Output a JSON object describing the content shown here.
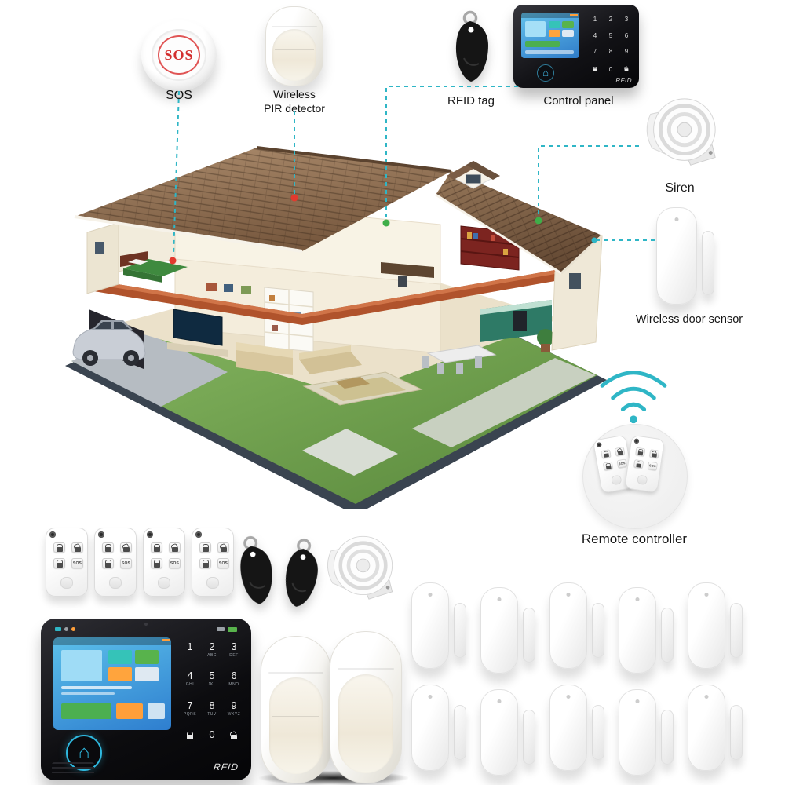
{
  "product": "Wireless home security alarm system kit",
  "colors": {
    "accent_teal": "#2fb6c6",
    "dot_red": "#e23a2e",
    "dot_green": "#3fae49",
    "sos_red": "#d32f2f",
    "panel_black": "#0c0c0f",
    "screen_blue": "#2f7ecf",
    "lawn_green": "#6f9e4d",
    "roof_brown": "#7b5d46"
  },
  "callouts": {
    "sos": {
      "label": "SOS",
      "button_text": "SOS"
    },
    "pir": {
      "label_line1": "Wireless",
      "label_line2": "PIR detector"
    },
    "rfid_tag": {
      "label": "RFID tag"
    },
    "control_panel": {
      "label": "Control panel",
      "rfid_text": "RFID"
    },
    "siren": {
      "label": "Siren"
    },
    "door_sensor": {
      "label": "Wireless door sensor"
    },
    "remote": {
      "label": "Remote controller"
    }
  },
  "remote_buttons": {
    "sos_label": "SOS"
  },
  "kit": {
    "remote_count": 4,
    "rfid_tag_count": 2,
    "siren_count": 1,
    "pir_count": 2,
    "door_sensor_count": 10,
    "panel": {
      "rfid_text": "RFID",
      "home_icon": "⌂",
      "keys": [
        {
          "d": "1",
          "s": ""
        },
        {
          "d": "2",
          "s": "ABC"
        },
        {
          "d": "3",
          "s": "DEF"
        },
        {
          "d": "4",
          "s": "GHI"
        },
        {
          "d": "5",
          "s": "JKL"
        },
        {
          "d": "6",
          "s": "MNO"
        },
        {
          "d": "7",
          "s": "PQRS"
        },
        {
          "d": "8",
          "s": "TUV"
        },
        {
          "d": "9",
          "s": "WXYZ"
        },
        {
          "d": "0",
          "s": ""
        }
      ]
    }
  }
}
